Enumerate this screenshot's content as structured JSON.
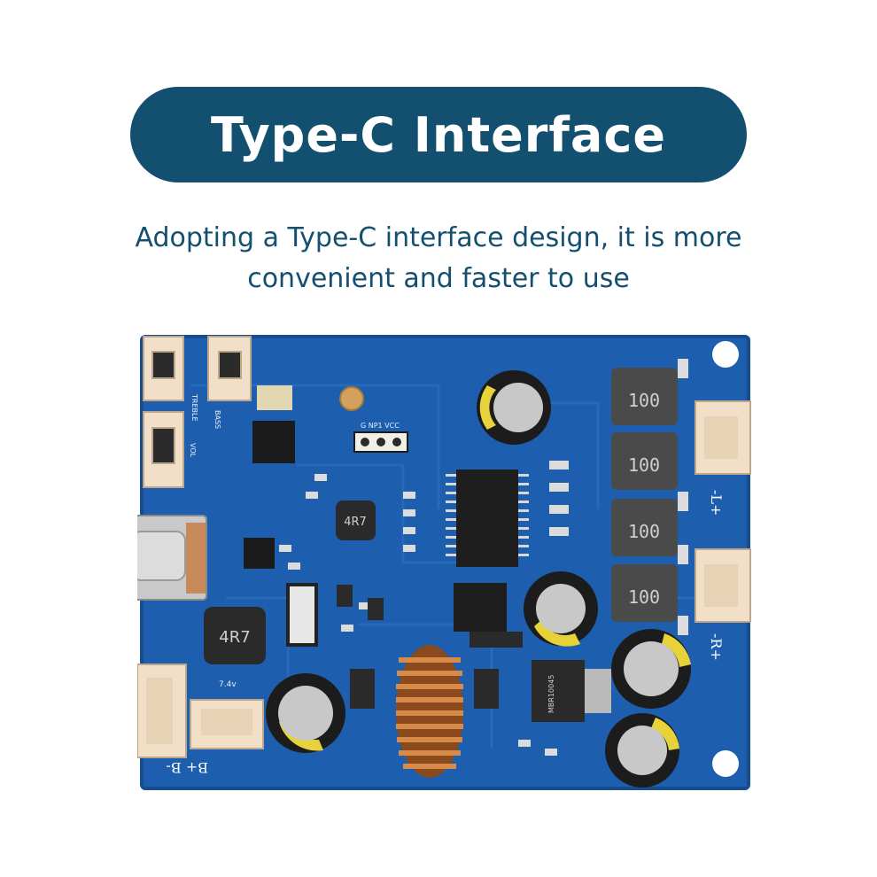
{
  "title": "Type-C Interface",
  "subtitle": {
    "line1": "Adopting a Type-C interface design, it is more",
    "line2": "convenient and faster to use"
  },
  "board": {
    "inductors": [
      "100",
      "100",
      "100",
      "100"
    ],
    "small_inductors": [
      "4R7",
      "4R7"
    ],
    "connector_labels": [
      "-L+",
      "-R+",
      "B+ B-"
    ],
    "silkscreen": [
      "TREBLE",
      "BASS",
      "VOL",
      "7.4v",
      "G NP1 VCC"
    ],
    "chip_text": "MBR10045",
    "colors": {
      "pcb": "#1d5fae",
      "accent": "#134f6f"
    }
  }
}
